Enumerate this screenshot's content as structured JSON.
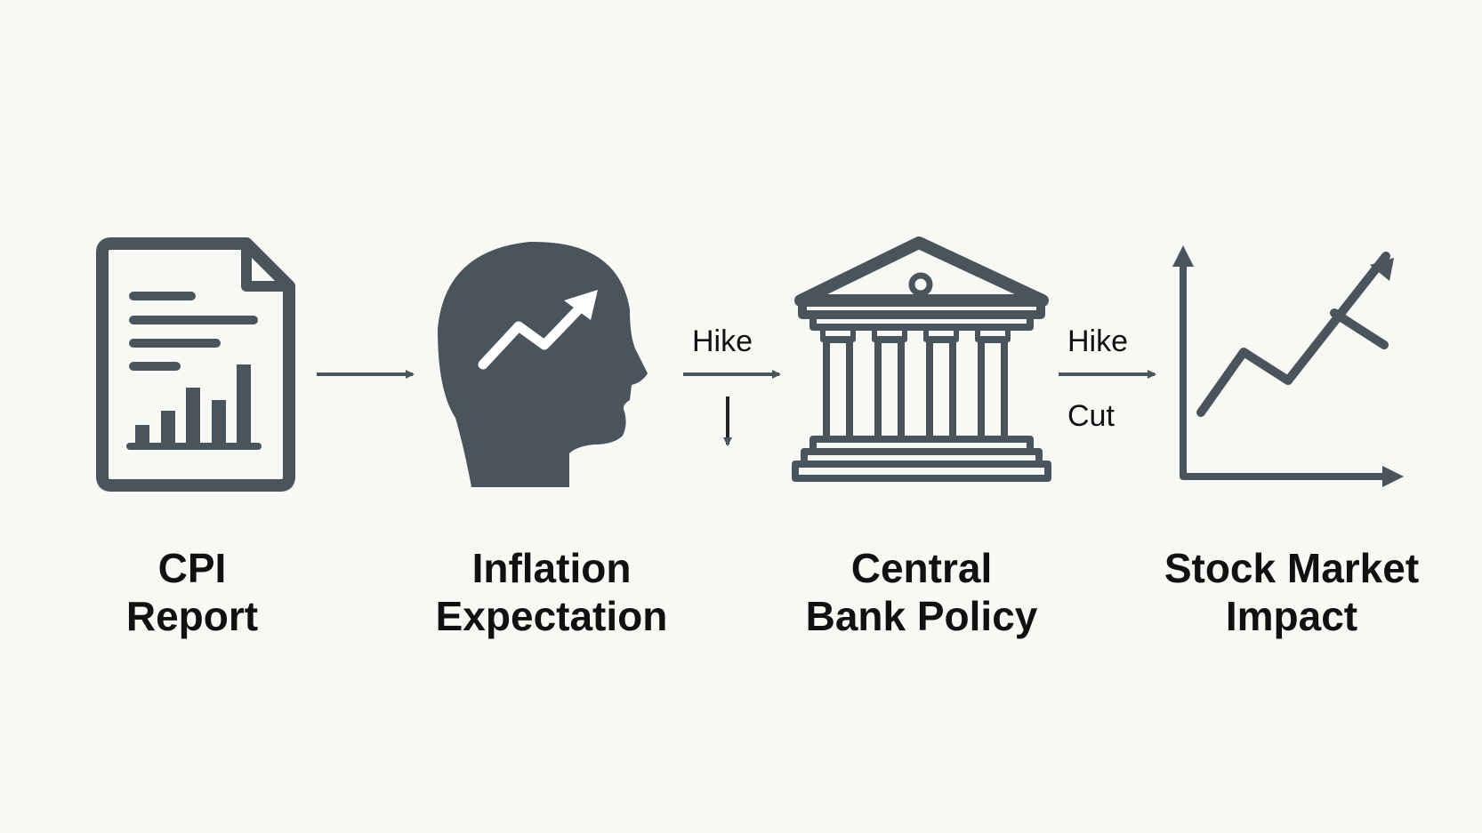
{
  "colors": {
    "background": "#f8f8f5",
    "icon": "#4a545c",
    "text": "#111111"
  },
  "stages": [
    {
      "icon": "document-chart-icon",
      "line1": "CPI",
      "line2": "Report"
    },
    {
      "icon": "head-trend-icon",
      "line1": "Inflation",
      "line2": "Expectation"
    },
    {
      "icon": "bank-building-icon",
      "line1": "Central",
      "line2": "Bank Policy"
    },
    {
      "icon": "line-chart-up-icon",
      "line1": "Stock Market",
      "line2": "Impact"
    }
  ],
  "connectors": [
    {
      "top_label": ""
    },
    {
      "top_label": "Hike"
    },
    {
      "top_label": "Hike",
      "bottom_label": "Cut"
    }
  ]
}
